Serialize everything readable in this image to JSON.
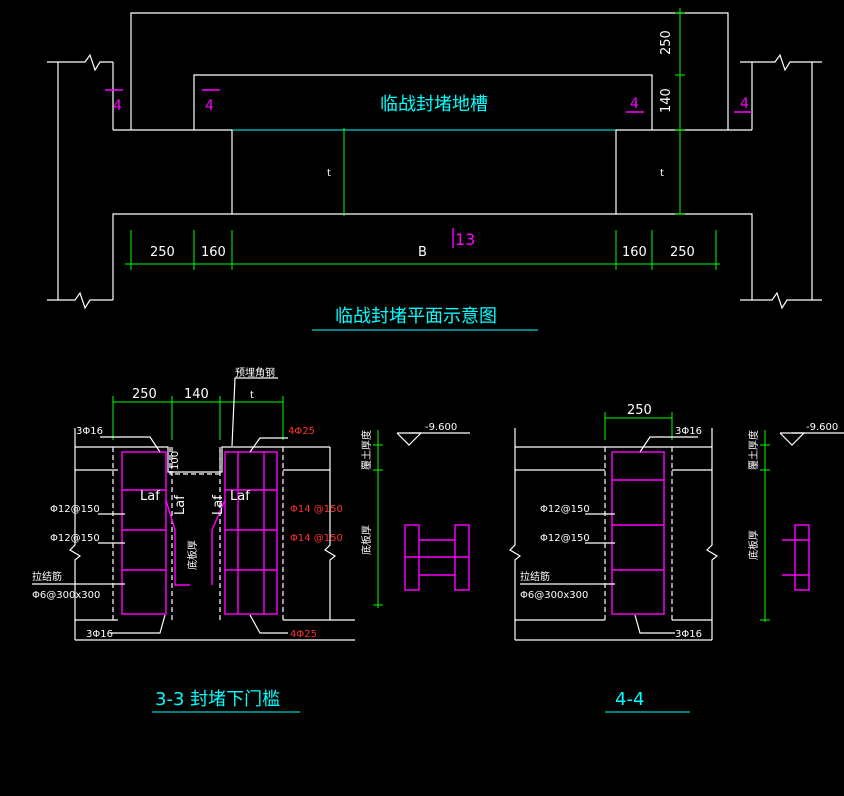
{
  "plan": {
    "dim_top_250": "250",
    "dim_top_140": "140",
    "section_marks": [
      "4",
      "4",
      "4",
      "4"
    ],
    "trench_label": "临战封堵地槽",
    "t_left": "t",
    "t_right": "t",
    "center_mark": "13",
    "dims_bottom": [
      "250",
      "160",
      "B",
      "160",
      "250"
    ],
    "title": "临战封堵平面示意图"
  },
  "section33": {
    "dim_250": "250",
    "dim_140": "140",
    "dim_t": "t",
    "embedded_angle_steel": "预埋角钢",
    "dim_100": "100",
    "top_bars": "3Φ16",
    "top_right_bars": "4Φ25",
    "laf_left": "Laf",
    "laf_right": "Laf",
    "laf_vert_1": "Laf",
    "laf_vert_2": "Laf",
    "stirrup_1": "Φ12@150",
    "stirrup_2": "Φ12@150",
    "red_stirrup_1": "Φ14 @150",
    "red_stirrup_2": "Φ14 @150",
    "bottom_slab_thickness": "底板厚",
    "tie_bars": "拉结筋",
    "tie_spacing": "Φ6@300x300",
    "bottom_bars": "3Φ16",
    "bottom_right_bars": "4Φ25",
    "level": "-9.600",
    "cover_thickness": "覆土厚度",
    "slab_thickness_side": "底板厚",
    "title": "3-3  封堵下门槛"
  },
  "section44": {
    "dim_250": "250",
    "top_bars": "3Φ16",
    "stirrup_1": "Φ12@150",
    "stirrup_2": "Φ12@150",
    "tie_bars": "拉结筋",
    "tie_spacing": "Φ6@300x300",
    "bottom_bars": "3Φ16",
    "level": "-9.600",
    "cover_thickness": "覆土厚度",
    "slab_thickness_side": "底板厚",
    "title": "4-4"
  },
  "colors": {
    "background": "#000000",
    "outline": "#ffffff",
    "dimension": "#00ff00",
    "label": "#00ffff",
    "rebar": "#ff00ff",
    "rebar_note": "#ff3030"
  }
}
